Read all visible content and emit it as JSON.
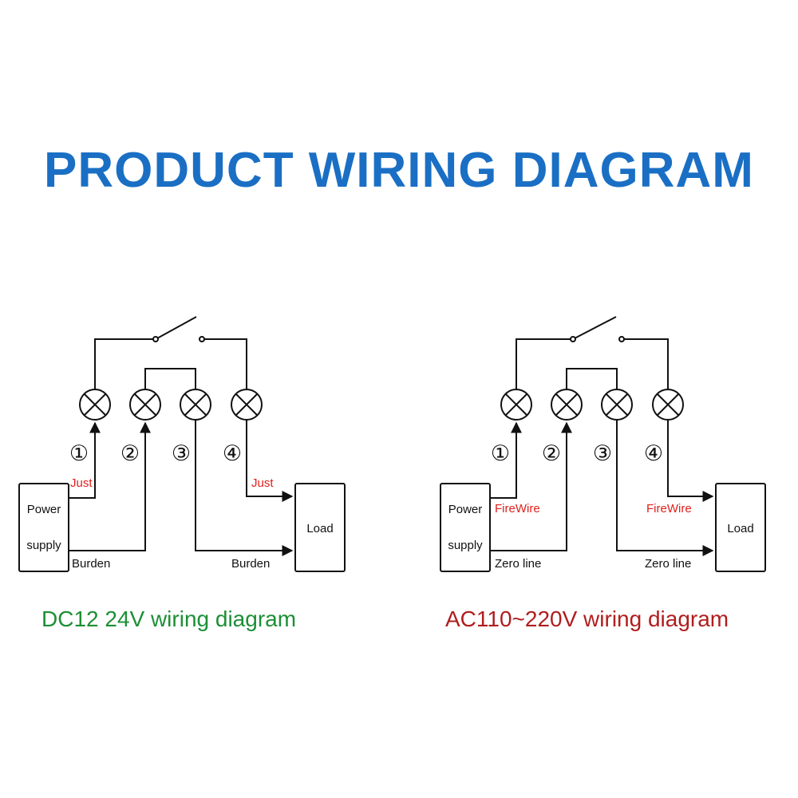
{
  "title": "PRODUCT WIRING DIAGRAM",
  "colors": {
    "title": "#1a6fc4",
    "dc_caption": "#1c8f35",
    "ac_caption": "#b01e1e",
    "red_label": "#e0201c",
    "line": "#111111"
  },
  "terminals": [
    "①",
    "②",
    "③",
    "④"
  ],
  "diagrams": [
    {
      "id": "dc",
      "caption": "DC12 24V wiring diagram",
      "power_label_1": "Power",
      "power_label_2": "supply",
      "load_label": "Load",
      "positive_label_left": "Just",
      "positive_label_right": "Just",
      "negative_label_left": "Burden",
      "negative_label_right": "Burden"
    },
    {
      "id": "ac",
      "caption": "AC110~220V wiring diagram",
      "power_label_1": "Power",
      "power_label_2": "supply",
      "load_label": "Load",
      "positive_label_left": "FireWire",
      "positive_label_right": "FireWire",
      "negative_label_left": "Zero line",
      "negative_label_right": "Zero line"
    }
  ]
}
